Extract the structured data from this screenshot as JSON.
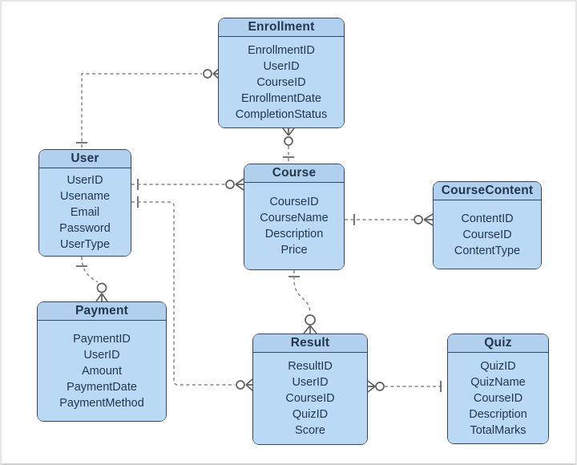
{
  "diagram": {
    "kind": "entity-relationship-diagram",
    "notation": "crow's foot",
    "colors": {
      "entity_fill": "#b9d9f4",
      "entity_header_fill": "#b0d0ee",
      "entity_border": "#33465e",
      "entity_text": "#22374f",
      "connector": "#878787",
      "background": "#ffffff"
    }
  },
  "entities": [
    {
      "name": "Enrollment",
      "fields": [
        "EnrollmentID",
        "UserID",
        "CourseID",
        "EnrollmentDate",
        "CompletionStatus"
      ]
    },
    {
      "name": "User",
      "fields": [
        "UserID",
        "Usename",
        "Email",
        "Password",
        "UserType"
      ]
    },
    {
      "name": "Course",
      "fields": [
        "CourseID",
        "CourseName",
        "Description",
        "Price"
      ]
    },
    {
      "name": "CourseContent",
      "fields": [
        "ContentID",
        "CourseID",
        "ContentType"
      ]
    },
    {
      "name": "Payment",
      "fields": [
        "PaymentID",
        "UserID",
        "Amount",
        "PaymentDate",
        "PaymentMethod"
      ]
    },
    {
      "name": "Result",
      "fields": [
        "ResultID",
        "UserID",
        "CourseID",
        "QuizID",
        "Score"
      ]
    },
    {
      "name": "Quiz",
      "fields": [
        "QuizID",
        "QuizName",
        "CourseID",
        "Description",
        "TotalMarks"
      ]
    }
  ],
  "relationships": [
    {
      "from": "User",
      "to": "Enrollment",
      "from_cardinality": "one",
      "to_cardinality": "zero-or-many"
    },
    {
      "from": "Course",
      "to": "Enrollment",
      "from_cardinality": "one",
      "to_cardinality": "zero-or-many"
    },
    {
      "from": "User",
      "to": "Course",
      "from_cardinality": "one",
      "to_cardinality": "zero-or-many"
    },
    {
      "from": "User",
      "to": "Payment",
      "from_cardinality": "one",
      "to_cardinality": "zero-or-many"
    },
    {
      "from": "User",
      "to": "Result",
      "from_cardinality": "one",
      "to_cardinality": "zero-or-many"
    },
    {
      "from": "Course",
      "to": "CourseContent",
      "from_cardinality": "one",
      "to_cardinality": "zero-or-many"
    },
    {
      "from": "Course",
      "to": "Result",
      "from_cardinality": "one",
      "to_cardinality": "zero-or-many"
    },
    {
      "from": "Quiz",
      "to": "Result",
      "from_cardinality": "one",
      "to_cardinality": "zero-or-many"
    }
  ]
}
